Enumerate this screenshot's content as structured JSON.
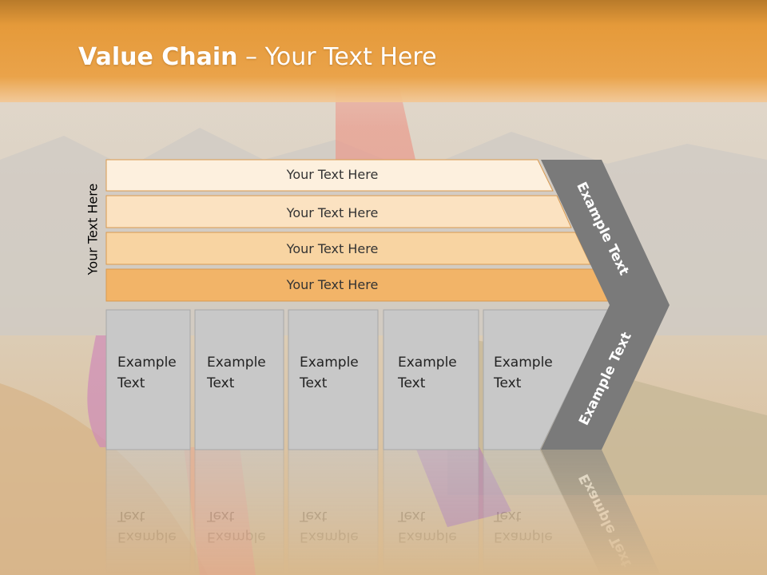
{
  "slide": {
    "title_bold": "Value Chain",
    "title_rest": " – Your Text Here",
    "side_label": "Your Text Here"
  },
  "bars": [
    {
      "label": "Your Text Here",
      "fill": "#fdf0de"
    },
    {
      "label": "Your Text Here",
      "fill": "#fbe2c1"
    },
    {
      "label": "Your Text Here",
      "fill": "#f8d4a2"
    },
    {
      "label": "Your Text Here",
      "fill": "#f2b468"
    }
  ],
  "boxes": [
    {
      "line1": "Example",
      "line2": "Text"
    },
    {
      "line1": "Example",
      "line2": "Text"
    },
    {
      "line1": "Example",
      "line2": "Text"
    },
    {
      "line1": "Example",
      "line2": "Text"
    },
    {
      "line1": "Example",
      "line2": "Text"
    }
  ],
  "chevron": {
    "top_label": "Example Text",
    "bottom_label": "Example Text"
  },
  "colors": {
    "header_orange": "#e8a43c",
    "bar_border": "#d99a50",
    "box_fill": "#c8c8c8",
    "chevron_fill": "#7a7a7a"
  }
}
